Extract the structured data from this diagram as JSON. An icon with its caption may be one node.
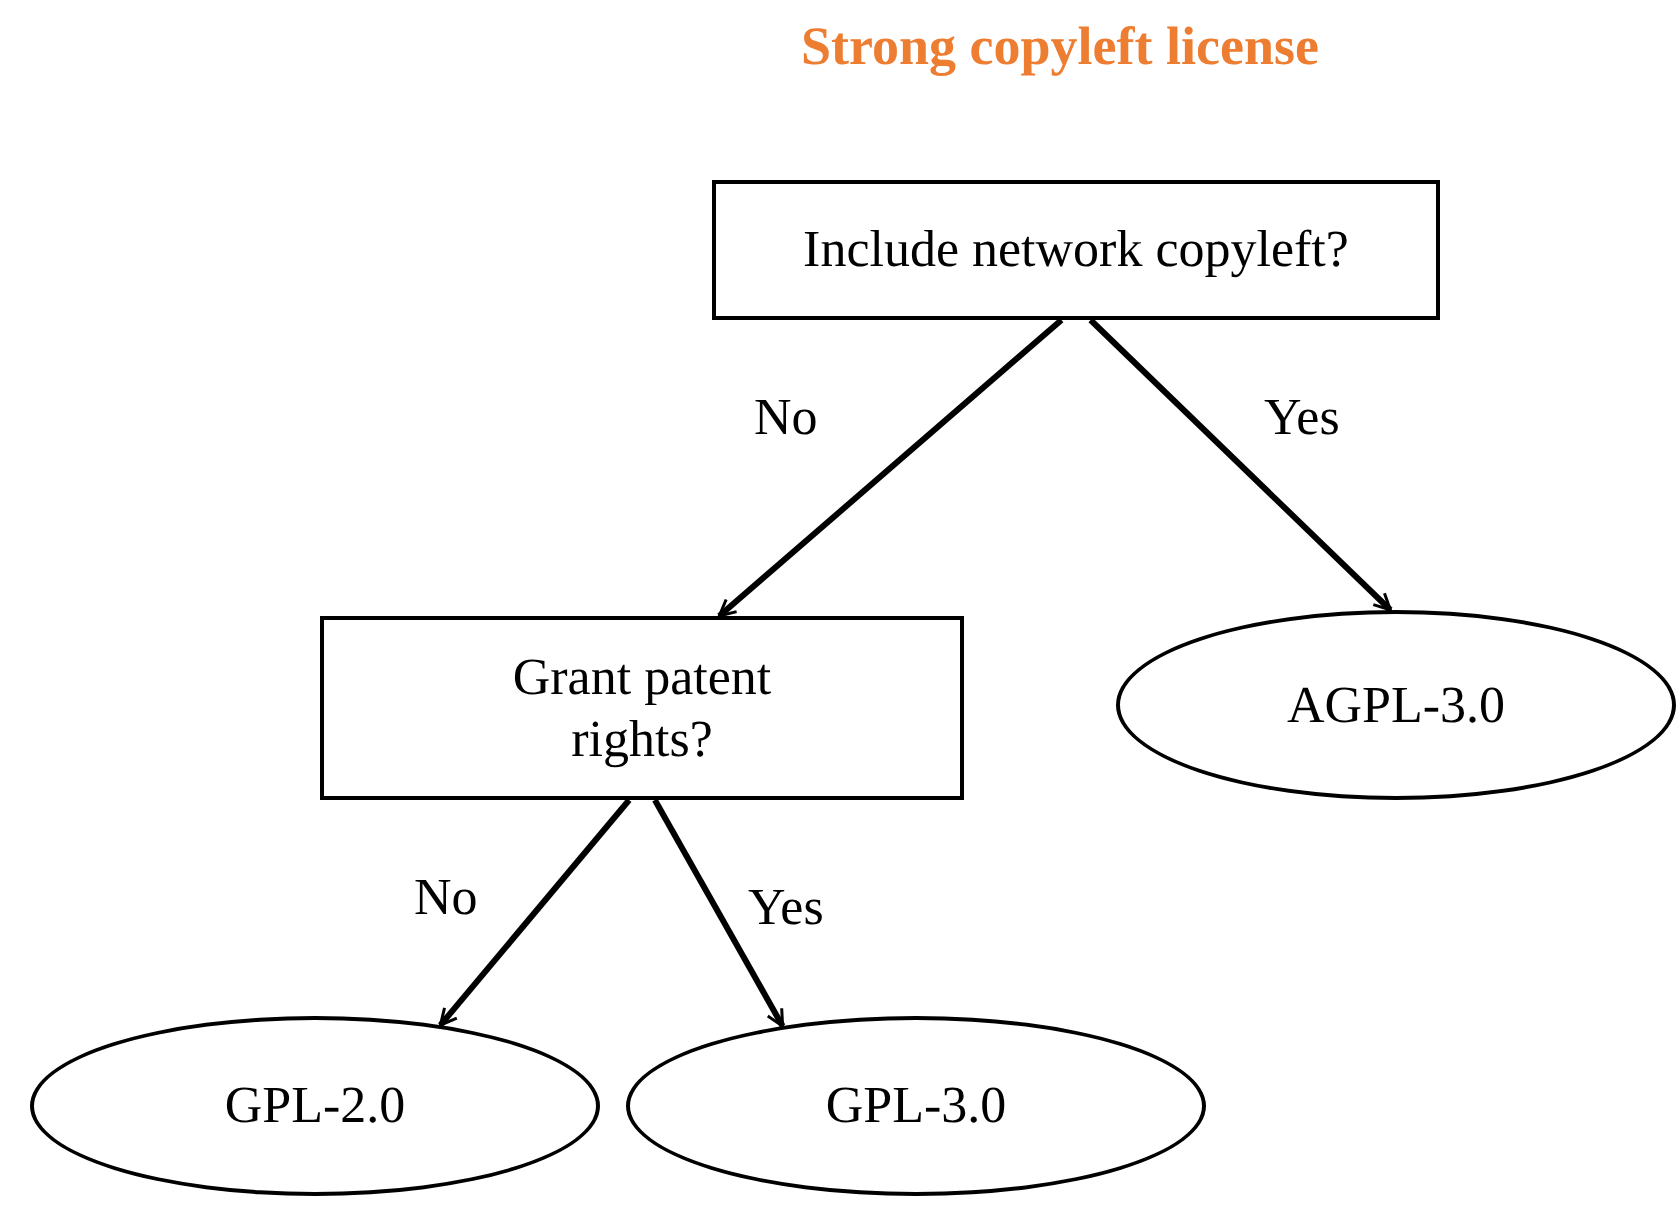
{
  "diagram": {
    "title": "Strong copyleft license",
    "nodes": [
      {
        "text": [
          "Include network copyleft?"
        ]
      },
      {
        "text": [
          "Grant patent rights?"
        ]
      },
      {
        "text": [
          "AGPL-3.0"
        ]
      },
      {
        "text": [
          "GPL-2.0"
        ]
      },
      {
        "text": [
          "GPL-3.0"
        ]
      }
    ],
    "edges": [
      {
        "from": 0,
        "to": 1,
        "arrow": "to",
        "label": "No"
      },
      {
        "from": 0,
        "to": 2,
        "arrow": "to",
        "label": "Yes"
      },
      {
        "from": 1,
        "to": 3,
        "arrow": "to",
        "label": "No"
      },
      {
        "from": 1,
        "to": 4,
        "arrow": "to",
        "label": "Yes"
      }
    ]
  }
}
